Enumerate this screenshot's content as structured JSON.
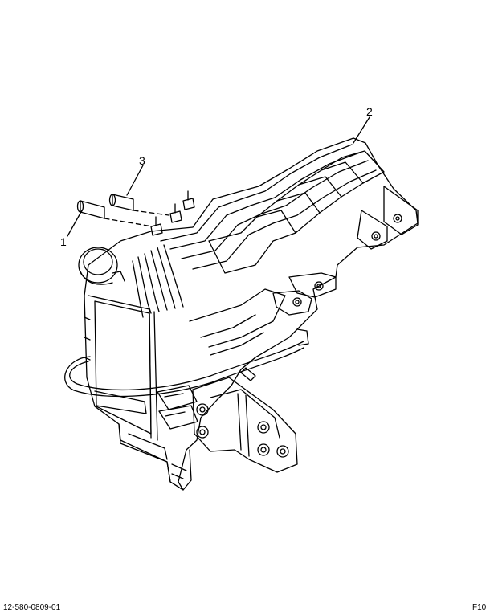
{
  "callouts": [
    {
      "id": "1",
      "label": "1"
    },
    {
      "id": "2",
      "label": "2"
    },
    {
      "id": "3",
      "label": "3"
    }
  ],
  "footer": {
    "left_code": "12-580-0809-01",
    "right_code": "F10"
  }
}
